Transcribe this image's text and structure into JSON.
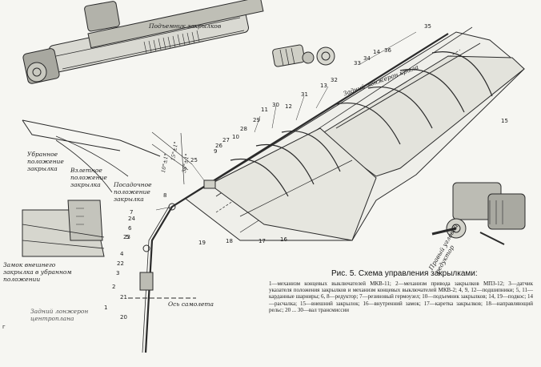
{
  "figure": {
    "caption_title": "Рис. 5. Схема управления закрылками:",
    "caption_body": "1—механизм концевых выключателей МКВ-11; 2—механизм привода закрылков МПЗ-12; 3—датчик указателя положения закрылков и механизм концевых выключателей МКВ-2; 4, 9, 12—подшипники; 5, 11—карданные шарниры; 6, 8—редуктор; 7—резиновый гермоузел; 10—подъемник закрылков; 14, 19—подкос; 14—расчалка; 15—внешний закрылок; 16—внутренний замок; 17—каретка закрылков; 18—направляющий рельс; 20 ... 30—вал трансмиссии"
  },
  "labels": {
    "lift_mechanism": "Подъемник закрылков",
    "rear_spar": "Задний лонжерон крыла",
    "taxi_position": "Убранное положение закрылка",
    "takeoff_position": "Взлетное положение закрылка",
    "landing_position": "Посадочное положение закрылка",
    "lock": "Замок внешнего закрылка в убранном положении",
    "right_gearbox": "Правый угловой редуктор",
    "fuselage_axis": "Ось самолета",
    "center_spar": "Задний лонжерон центроплана",
    "angle_1": "10°±1°",
    "angle_2": "15°±1°",
    "angle_3": "38°±1°"
  },
  "callouts": {
    "n1": "1",
    "n2": "2",
    "n3": "3",
    "n4": "4",
    "n5": "5",
    "n6": "6",
    "n7": "7",
    "n8": "8",
    "n9": "9",
    "n10": "10",
    "n11": "11",
    "n12": "12",
    "n13": "13",
    "n14": "14",
    "n15": "15",
    "n16": "16",
    "n17": "17",
    "n18": "18",
    "n19": "19",
    "n20": "20",
    "n21": "21",
    "n22": "22",
    "n23": "23",
    "n24": "24",
    "n25": "25",
    "n26": "26",
    "n27": "27",
    "n28": "28",
    "n29": "29",
    "n30": "30",
    "n31": "31",
    "n32": "32",
    "n33": "33",
    "n34": "34",
    "n35": "35",
    "n36": "36"
  },
  "page_marker": "г"
}
